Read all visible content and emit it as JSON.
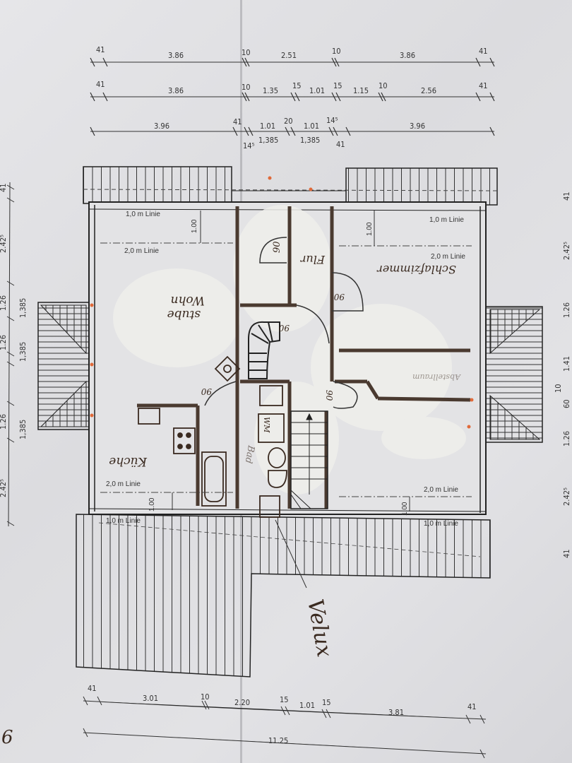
{
  "plan": {
    "dimensions_top": {
      "row1": [
        "41",
        "3.86",
        "10",
        "2.51",
        "10",
        "3.86",
        "41"
      ],
      "row2": [
        "41",
        "3.86",
        "10",
        "1.35",
        "15",
        "1.01",
        "15",
        "1.15",
        "10",
        "2.56",
        "41"
      ],
      "row3_top": [
        "3.96",
        "41",
        "1.01",
        "20",
        "1.01",
        "14⁵",
        "3.96"
      ],
      "row3_bottom": [
        "14⁵",
        "1,385",
        "1,385",
        "41"
      ]
    },
    "dimensions_left": {
      "outer": [
        "41",
        "2.42⁵",
        "1.26",
        "1.26",
        "1.26",
        "2.42⁵"
      ],
      "inner": [
        "1,385",
        "1,385",
        "1,385"
      ]
    },
    "dimensions_right": [
      "41",
      "2.42⁵",
      "1.26",
      "1.41",
      "10",
      "60",
      "1.26",
      "2.42⁵",
      "41"
    ],
    "dimensions_bottom": {
      "row1": [
        "41",
        "3.01",
        "10",
        "2.20",
        "15",
        "1.01",
        "15",
        "3.81",
        "41"
      ],
      "total": "11.25"
    },
    "rooms": {
      "wohnstube": [
        "Wohn",
        "stube"
      ],
      "flur": "Flur",
      "schlafzimmer": "Schlafzimmer",
      "abstellraum": "Abstellraum",
      "kueche": "Küche",
      "bad": "Bad",
      "wm": "WM"
    },
    "line_labels": {
      "one_m": "1,0 m Linie",
      "two_m": "2,0 m Linie",
      "height": "1.00"
    },
    "door_widths": [
      "90",
      "90",
      "90",
      "90",
      "90"
    ],
    "annotation_velux": "Velux",
    "page_mark": "6"
  }
}
